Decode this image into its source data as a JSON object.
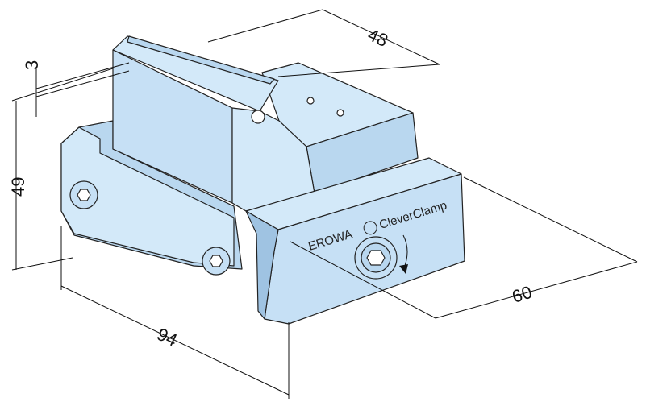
{
  "title": "EROWA CleverClamp vise dimensional drawing",
  "logo": {
    "brand": "EROWA",
    "product": "CleverClamp"
  },
  "dimensions": {
    "jaw_width": "48",
    "jaw_step": "3",
    "height": "49",
    "length": "94",
    "depth": "60"
  },
  "colors": {
    "light_face": "#d3e9f9",
    "mid_face": "#b9d7ef",
    "dark_face": "#9fc3e2",
    "line": "#111111"
  }
}
